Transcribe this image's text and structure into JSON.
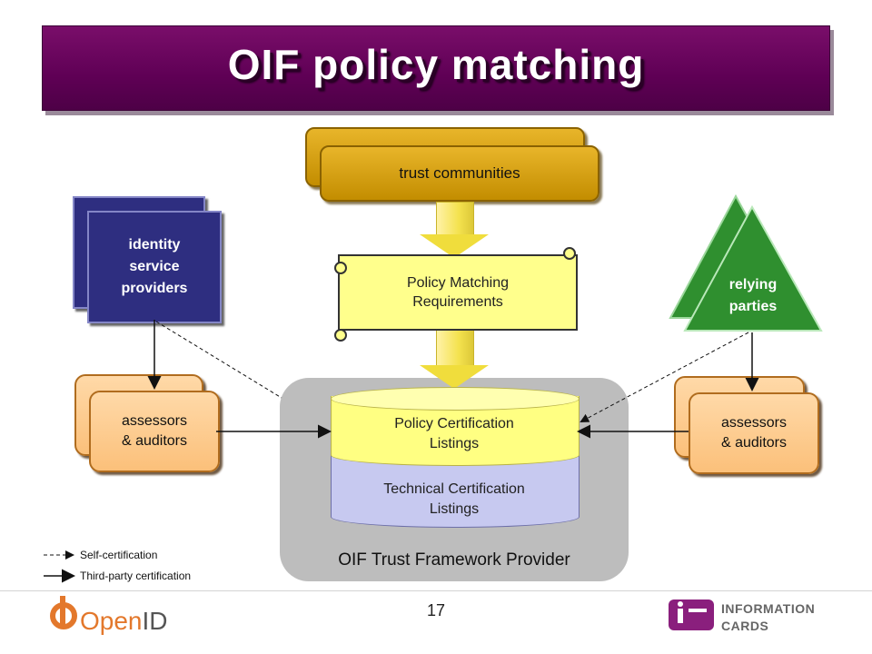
{
  "title": "OIF policy matching",
  "trust_communities": {
    "label": "trust communities"
  },
  "policy_matching": {
    "line1": "Policy Matching",
    "line2": "Requirements"
  },
  "policy_certification": {
    "line1": "Policy Certification",
    "line2": "Listings"
  },
  "technical_certification": {
    "line1": "Technical Certification",
    "line2": "Listings"
  },
  "provider": {
    "label": "OIF Trust Framework Provider"
  },
  "identity_providers": {
    "line1": "identity",
    "line2": "service",
    "line3": "providers"
  },
  "relying_parties": {
    "line1": "relying",
    "line2": "parties"
  },
  "assessors_left": {
    "line1": "assessors",
    "line2": "& auditors"
  },
  "assessors_right": {
    "line1": "assessors",
    "line2": "& auditors"
  },
  "legend": {
    "self_certification": "Self-certification",
    "third_party_certification": "Third-party certification"
  },
  "footer": {
    "page_number": "17",
    "openid_logo_prefix": "Open",
    "openid_logo_suffix": "ID",
    "infocards_line1": "INFORMATION",
    "infocards_line2": "CARDS"
  },
  "colors": {
    "title_bg": "#5f0055",
    "gold": "#d9a215",
    "navy": "#2e2e80",
    "peach": "#fbc07a",
    "green": "#2f8f2f",
    "yellow": "#ffff82",
    "lavender": "#c7c9f0"
  }
}
